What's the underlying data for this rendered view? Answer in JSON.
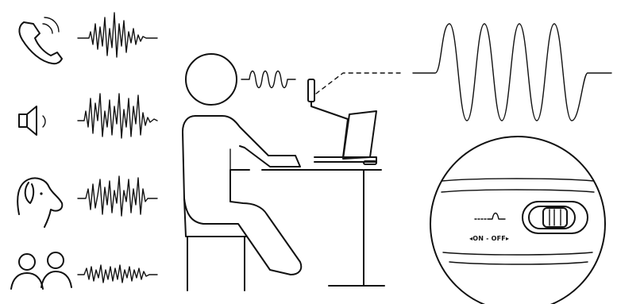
{
  "diagram": {
    "noise_sources": [
      {
        "icon": "phone-icon",
        "waveform": "phone-waveform"
      },
      {
        "icon": "speaker-icon",
        "waveform": "speaker-waveform"
      },
      {
        "icon": "dog-icon",
        "waveform": "dog-waveform"
      },
      {
        "icon": "people-icon",
        "waveform": "people-waveform"
      }
    ],
    "zoom": {
      "switch_label": "ON - OFF",
      "arrow_left": "◂",
      "arrow_right": "▸"
    },
    "colors": {
      "line": "#111111",
      "background": "#ffffff",
      "circle_fill": "#ffffff"
    }
  }
}
